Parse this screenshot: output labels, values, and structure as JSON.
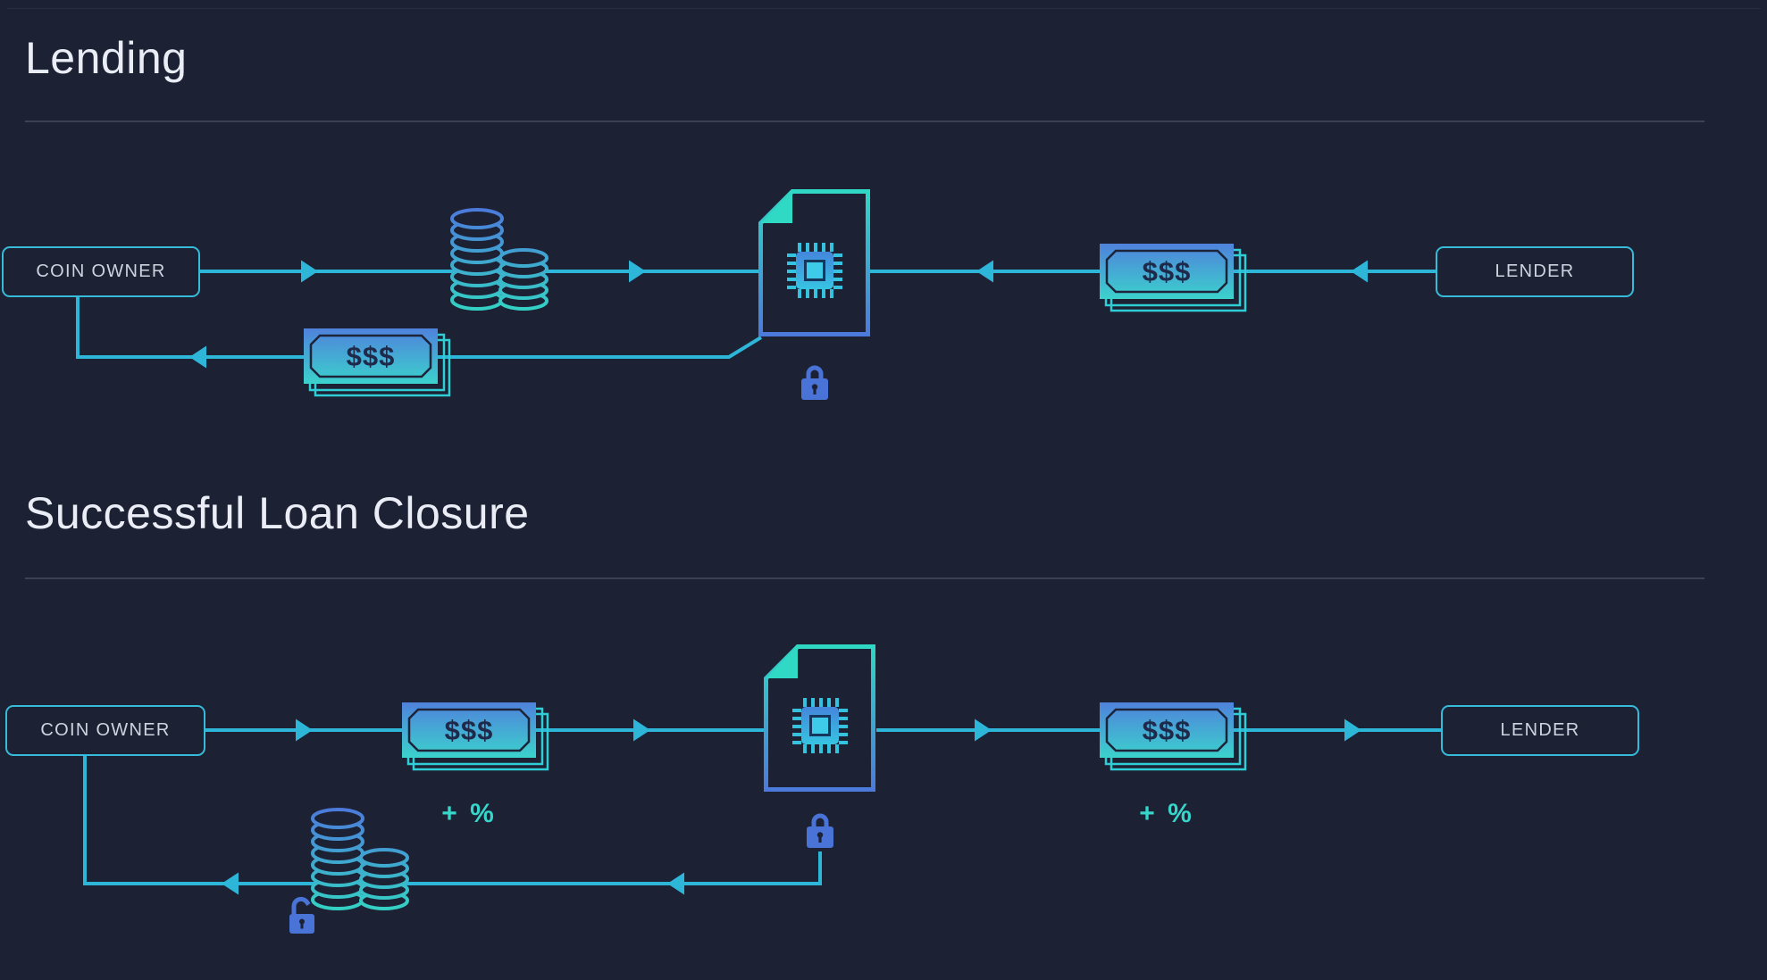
{
  "page": {
    "background": "#1c2134"
  },
  "colors": {
    "flow_line": "#2eb6d9",
    "box_border": "#36bbd9",
    "teal": "#2fd9c4",
    "blue": "#4c79dc",
    "lock_blue": "#4a73d8",
    "title_text": "#eaedf5",
    "label_text": "#ced3e0",
    "interest_text": "#36d6cb",
    "divider": "#3b4156"
  },
  "sections": [
    {
      "title": "Lending",
      "coin_owner": "COIN OWNER",
      "lender": "LENDER",
      "loan_funds": "$$$",
      "borrowed_funds": "$$$"
    },
    {
      "title": "Successful Loan Closure",
      "coin_owner": "COIN OWNER",
      "lender": "LENDER",
      "repayment": "$$$",
      "repayment_interest": "+ %",
      "payout": "$$$",
      "payout_interest": "+ %"
    }
  ]
}
